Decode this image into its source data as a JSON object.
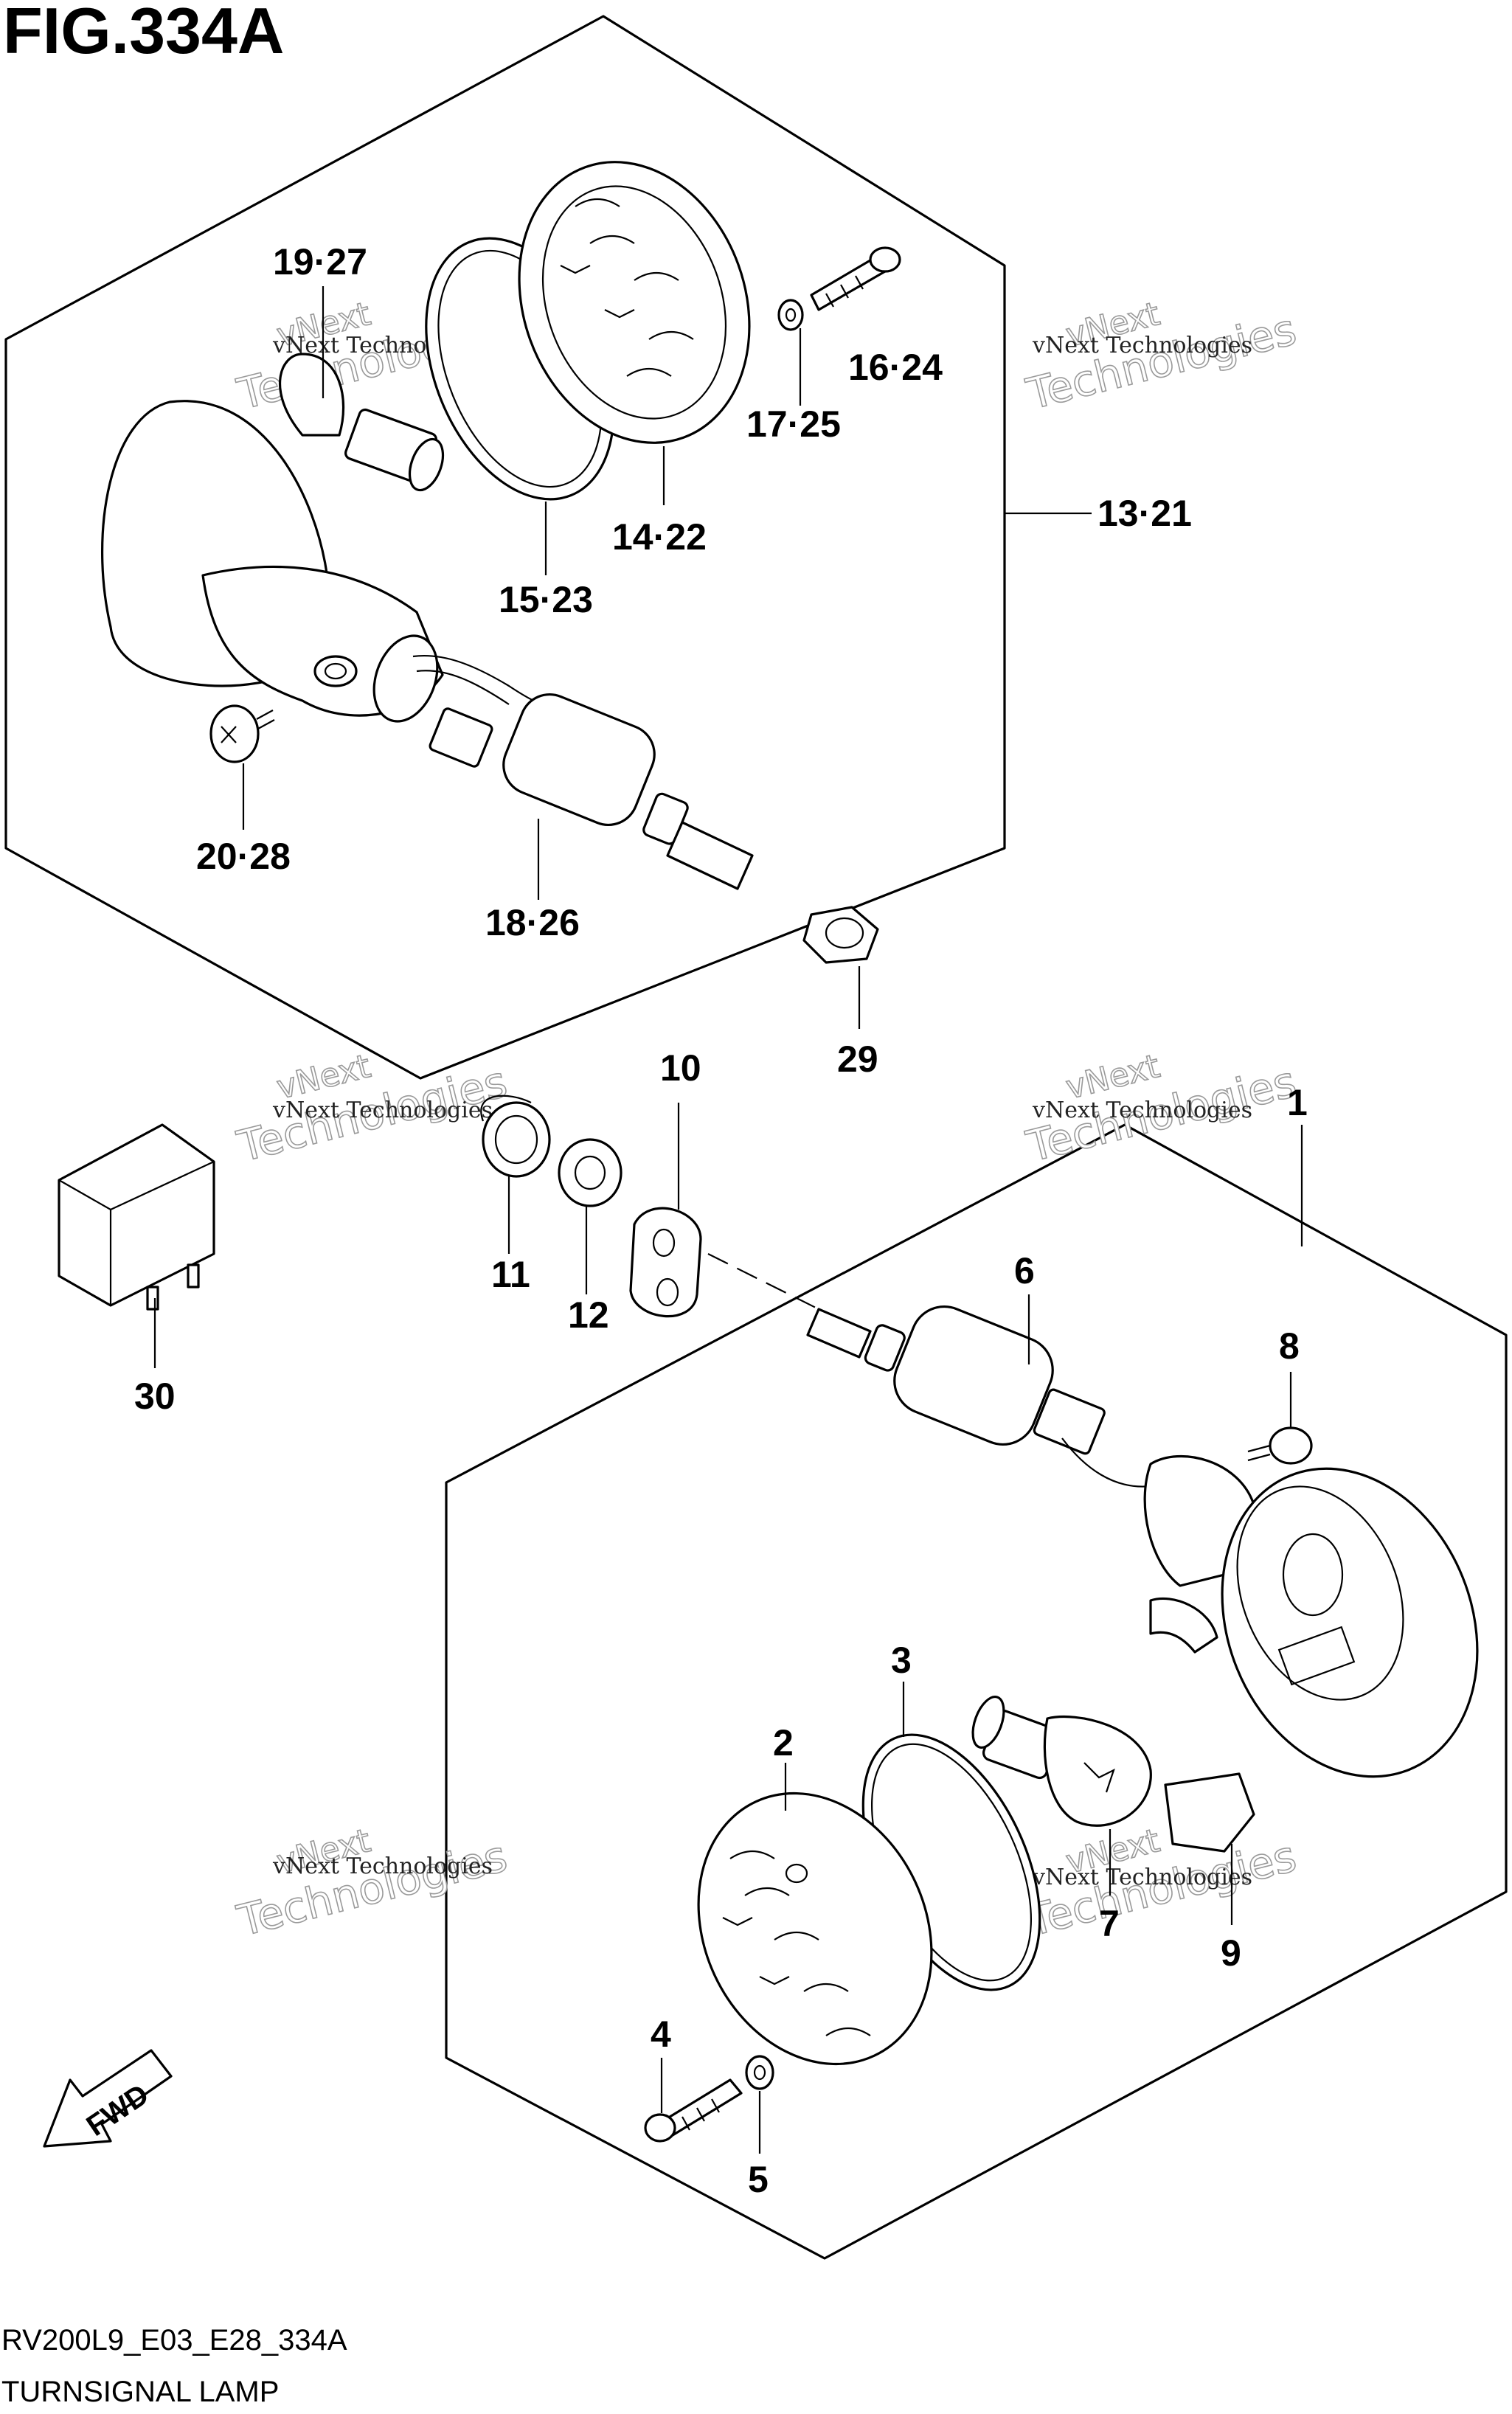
{
  "figure": {
    "title": "FIG.334A",
    "model_code": "RV200L9_E03_E28_334A",
    "caption": "TURNSIGNAL LAMP"
  },
  "watermark": {
    "line1": "vNext",
    "line2": "Technologies",
    "text": "vNext Technologies"
  },
  "direction": {
    "label": "FWD"
  },
  "callouts": [
    {
      "id": "c-19-27",
      "text": "19·27"
    },
    {
      "id": "c-16-24",
      "text": "16·24"
    },
    {
      "id": "c-17-25",
      "text": "17·25"
    },
    {
      "id": "c-14-22",
      "text": "14·22"
    },
    {
      "id": "c-13-21",
      "text": "13·21"
    },
    {
      "id": "c-15-23",
      "text": "15·23"
    },
    {
      "id": "c-20-28",
      "text": "20·28"
    },
    {
      "id": "c-18-26",
      "text": "18·26"
    },
    {
      "id": "c-29",
      "text": "29"
    },
    {
      "id": "c-10",
      "text": "10"
    },
    {
      "id": "c-1",
      "text": "1"
    },
    {
      "id": "c-11",
      "text": "11"
    },
    {
      "id": "c-12",
      "text": "12"
    },
    {
      "id": "c-30",
      "text": "30"
    },
    {
      "id": "c-6",
      "text": "6"
    },
    {
      "id": "c-8",
      "text": "8"
    },
    {
      "id": "c-3",
      "text": "3"
    },
    {
      "id": "c-2",
      "text": "2"
    },
    {
      "id": "c-7",
      "text": "7"
    },
    {
      "id": "c-9",
      "text": "9"
    },
    {
      "id": "c-4",
      "text": "4"
    },
    {
      "id": "c-5",
      "text": "5"
    }
  ]
}
